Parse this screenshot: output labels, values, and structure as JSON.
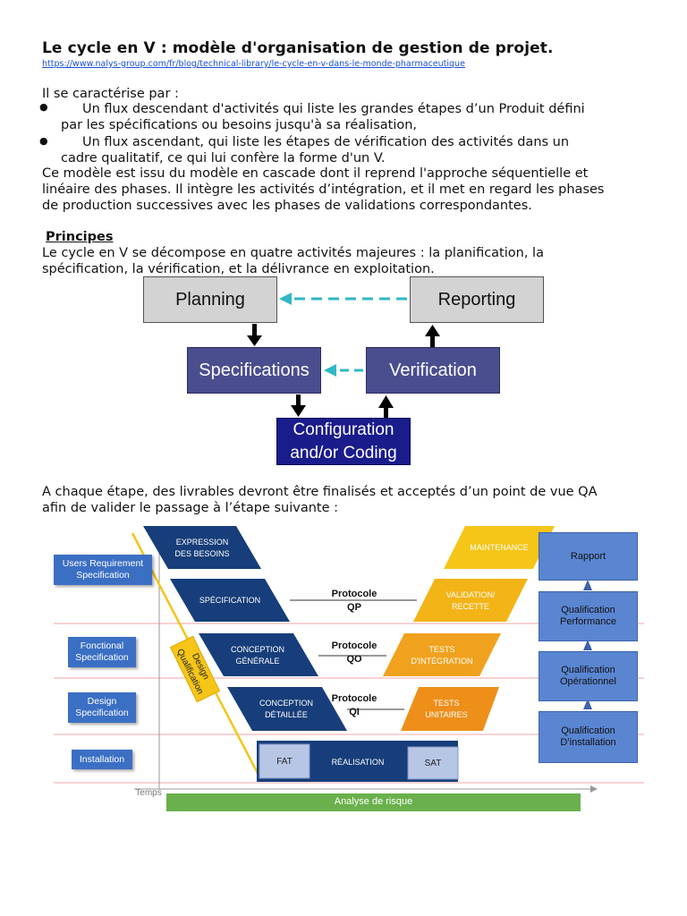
{
  "title": "Le cycle en V : modèle d'organisation de gestion de projet.",
  "link": "https://www.nalys-group.com/fr/blog/technical-library/le-cycle-en-v-dans-le-monde-pharmaceutique",
  "intro": "Il se caractérise par :",
  "bullets": [
    {
      "line1": "Un flux descendant d'activités qui liste les grandes étapes d’un Produit défini",
      "line2": "par les spécifications ou besoins jusqu'à sa réalisation,"
    },
    {
      "line1": "Un flux ascendant, qui liste les étapes de vérification des activités dans un",
      "line2": "cadre qualitatif, ce qui lui confère la forme d'un V."
    }
  ],
  "paragraph1": [
    "Ce modèle est issu du modèle en cascade dont il reprend l'approche séquentielle et",
    "linéaire des phases. Il intègre les activités d’intégration, et il met en regard les phases",
    "de production successives avec les phases de validations correspondantes."
  ],
  "principes_heading": "Principes",
  "principes_text": [
    "Le cycle en V se décompose en quatre activités majeures : la planification, la",
    "spécification, la vérification, et la délivrance en exploitation."
  ],
  "flow": {
    "planning": "Planning",
    "reporting": "Reporting",
    "specifications": "Specifications",
    "verification": "Verification",
    "config_line1": "Configuration",
    "config_line2": "and/or Coding"
  },
  "paragraph2": [
    "A chaque étape, des livrables devront être finalisés et acceptés d’un point de vue QA",
    "afin de valider le passage à l’étape suivante :"
  ],
  "vdiagram": {
    "left_labels": [
      {
        "l1": "Users Requirement",
        "l2": "Specification"
      },
      {
        "l1": "Fonctional",
        "l2": "Specification"
      },
      {
        "l1": "Design",
        "l2": "Specification"
      },
      {
        "l1": "Installation",
        "l2": ""
      }
    ],
    "descending": [
      {
        "l1": "EXPRESSION",
        "l2": "DES BESOINS"
      },
      {
        "l1": "SPÉCIFICATION",
        "l2": ""
      },
      {
        "l1": "CONCEPTION",
        "l2": "GÉNÉRALE"
      },
      {
        "l1": "CONCEPTION",
        "l2": "DÉTAILLÉE"
      }
    ],
    "ascending": [
      {
        "l1": "MAINTENANCE",
        "l2": ""
      },
      {
        "l1": "VALIDATION/",
        "l2": "RECETTE"
      },
      {
        "l1": "TESTS",
        "l2": "D'INTÉGRATION"
      },
      {
        "l1": "TESTS",
        "l2": "UNITAIRES"
      }
    ],
    "realisation": "RÉALISATION",
    "fat": "FAT",
    "sat": "SAT",
    "protocols": [
      {
        "l1": "Protocole",
        "l2": "QP"
      },
      {
        "l1": "Protocole",
        "l2": "QO"
      },
      {
        "l1": "Protocole",
        "l2": "QI"
      }
    ],
    "design_qualification_l1": "Design",
    "design_qualification_l2": "Qualification",
    "right_boxes": [
      {
        "l1": "Rapport",
        "l2": ""
      },
      {
        "l1": "Qualification",
        "l2": "Performance"
      },
      {
        "l1": "Qualification",
        "l2": "Opérationnel"
      },
      {
        "l1": "Qualification",
        "l2": "D’installation"
      }
    ],
    "temps": "Temps",
    "risk": "Analyse de risque"
  },
  "colors": {
    "navy_box": "#1a1c8c",
    "purple_box": "#4a4e8f",
    "grey_box": "#d3d3d3",
    "teal_arrow": "#2fb8c4",
    "v_blue": "#173e7a",
    "v_orange": "#f0a21e",
    "v_yellow": "#f5c518",
    "risk_green": "#6ab04c",
    "label_blue": "#3b6fc4"
  }
}
